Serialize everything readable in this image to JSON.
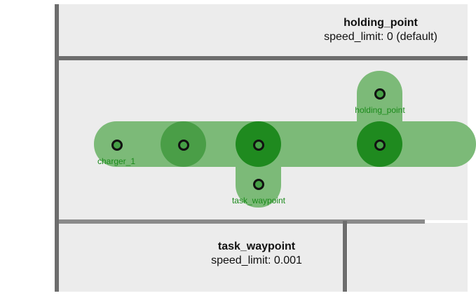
{
  "waypoints": {
    "charger_1": "charger_1",
    "holding_point": "holding_point",
    "task_waypoint": "task_waypoint"
  },
  "info_panels": {
    "holding_point": {
      "title": "holding_point",
      "speed_limit": "speed_limit: 0 (default)"
    },
    "task_waypoint": {
      "title": "task_waypoint",
      "speed_limit": "speed_limit: 0.001"
    }
  },
  "colors": {
    "floor": "#ececec",
    "wall": "#6d6d6d",
    "lane": "#7cba78",
    "lane_dark": "#4a9e47",
    "node_fill": "#46a046",
    "label": "#1a8a1a"
  }
}
